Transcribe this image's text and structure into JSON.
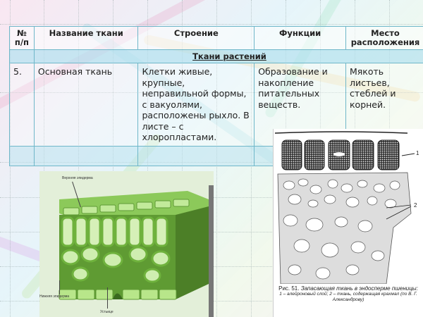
{
  "table": {
    "headers": [
      "№ п/п",
      "Название ткани",
      "Строение",
      "Функции",
      "Место расположения"
    ],
    "section_title": "Ткани растений",
    "rows": [
      {
        "num": "5.",
        "name": "Основная ткань",
        "structure": "Клетки живые, крупные, неправильной формы, с вакуолями, расположены рыхло. В листе – с хлоропластами.",
        "function": "Образование и накопление питательных веществ.",
        "location": "Мякоть листьев, стеблей и корней."
      }
    ]
  },
  "leaf_figure": {
    "labels": {
      "upper_epidermis": "Верхняя эпидерма",
      "lower_epidermis": "Нижняя эпидерма",
      "stoma": "Устьице"
    },
    "colors": {
      "cell_light": "#9fd66a",
      "cell_dark": "#4f8a2a",
      "background": "#e3efd9"
    }
  },
  "endosperm_figure": {
    "callouts": [
      "1",
      "2"
    ],
    "caption": {
      "fig_label": "Рис. 51.",
      "title": "Запасающая ткань в эндосперме пшеницы:",
      "legend": "1 – алейроновый слой; 2 – ткань, содержащая крахмал (по В. Г. Александрову)"
    }
  },
  "colors": {
    "table_border": "#6fb7c9",
    "section_bg": "#b4e1f0"
  }
}
